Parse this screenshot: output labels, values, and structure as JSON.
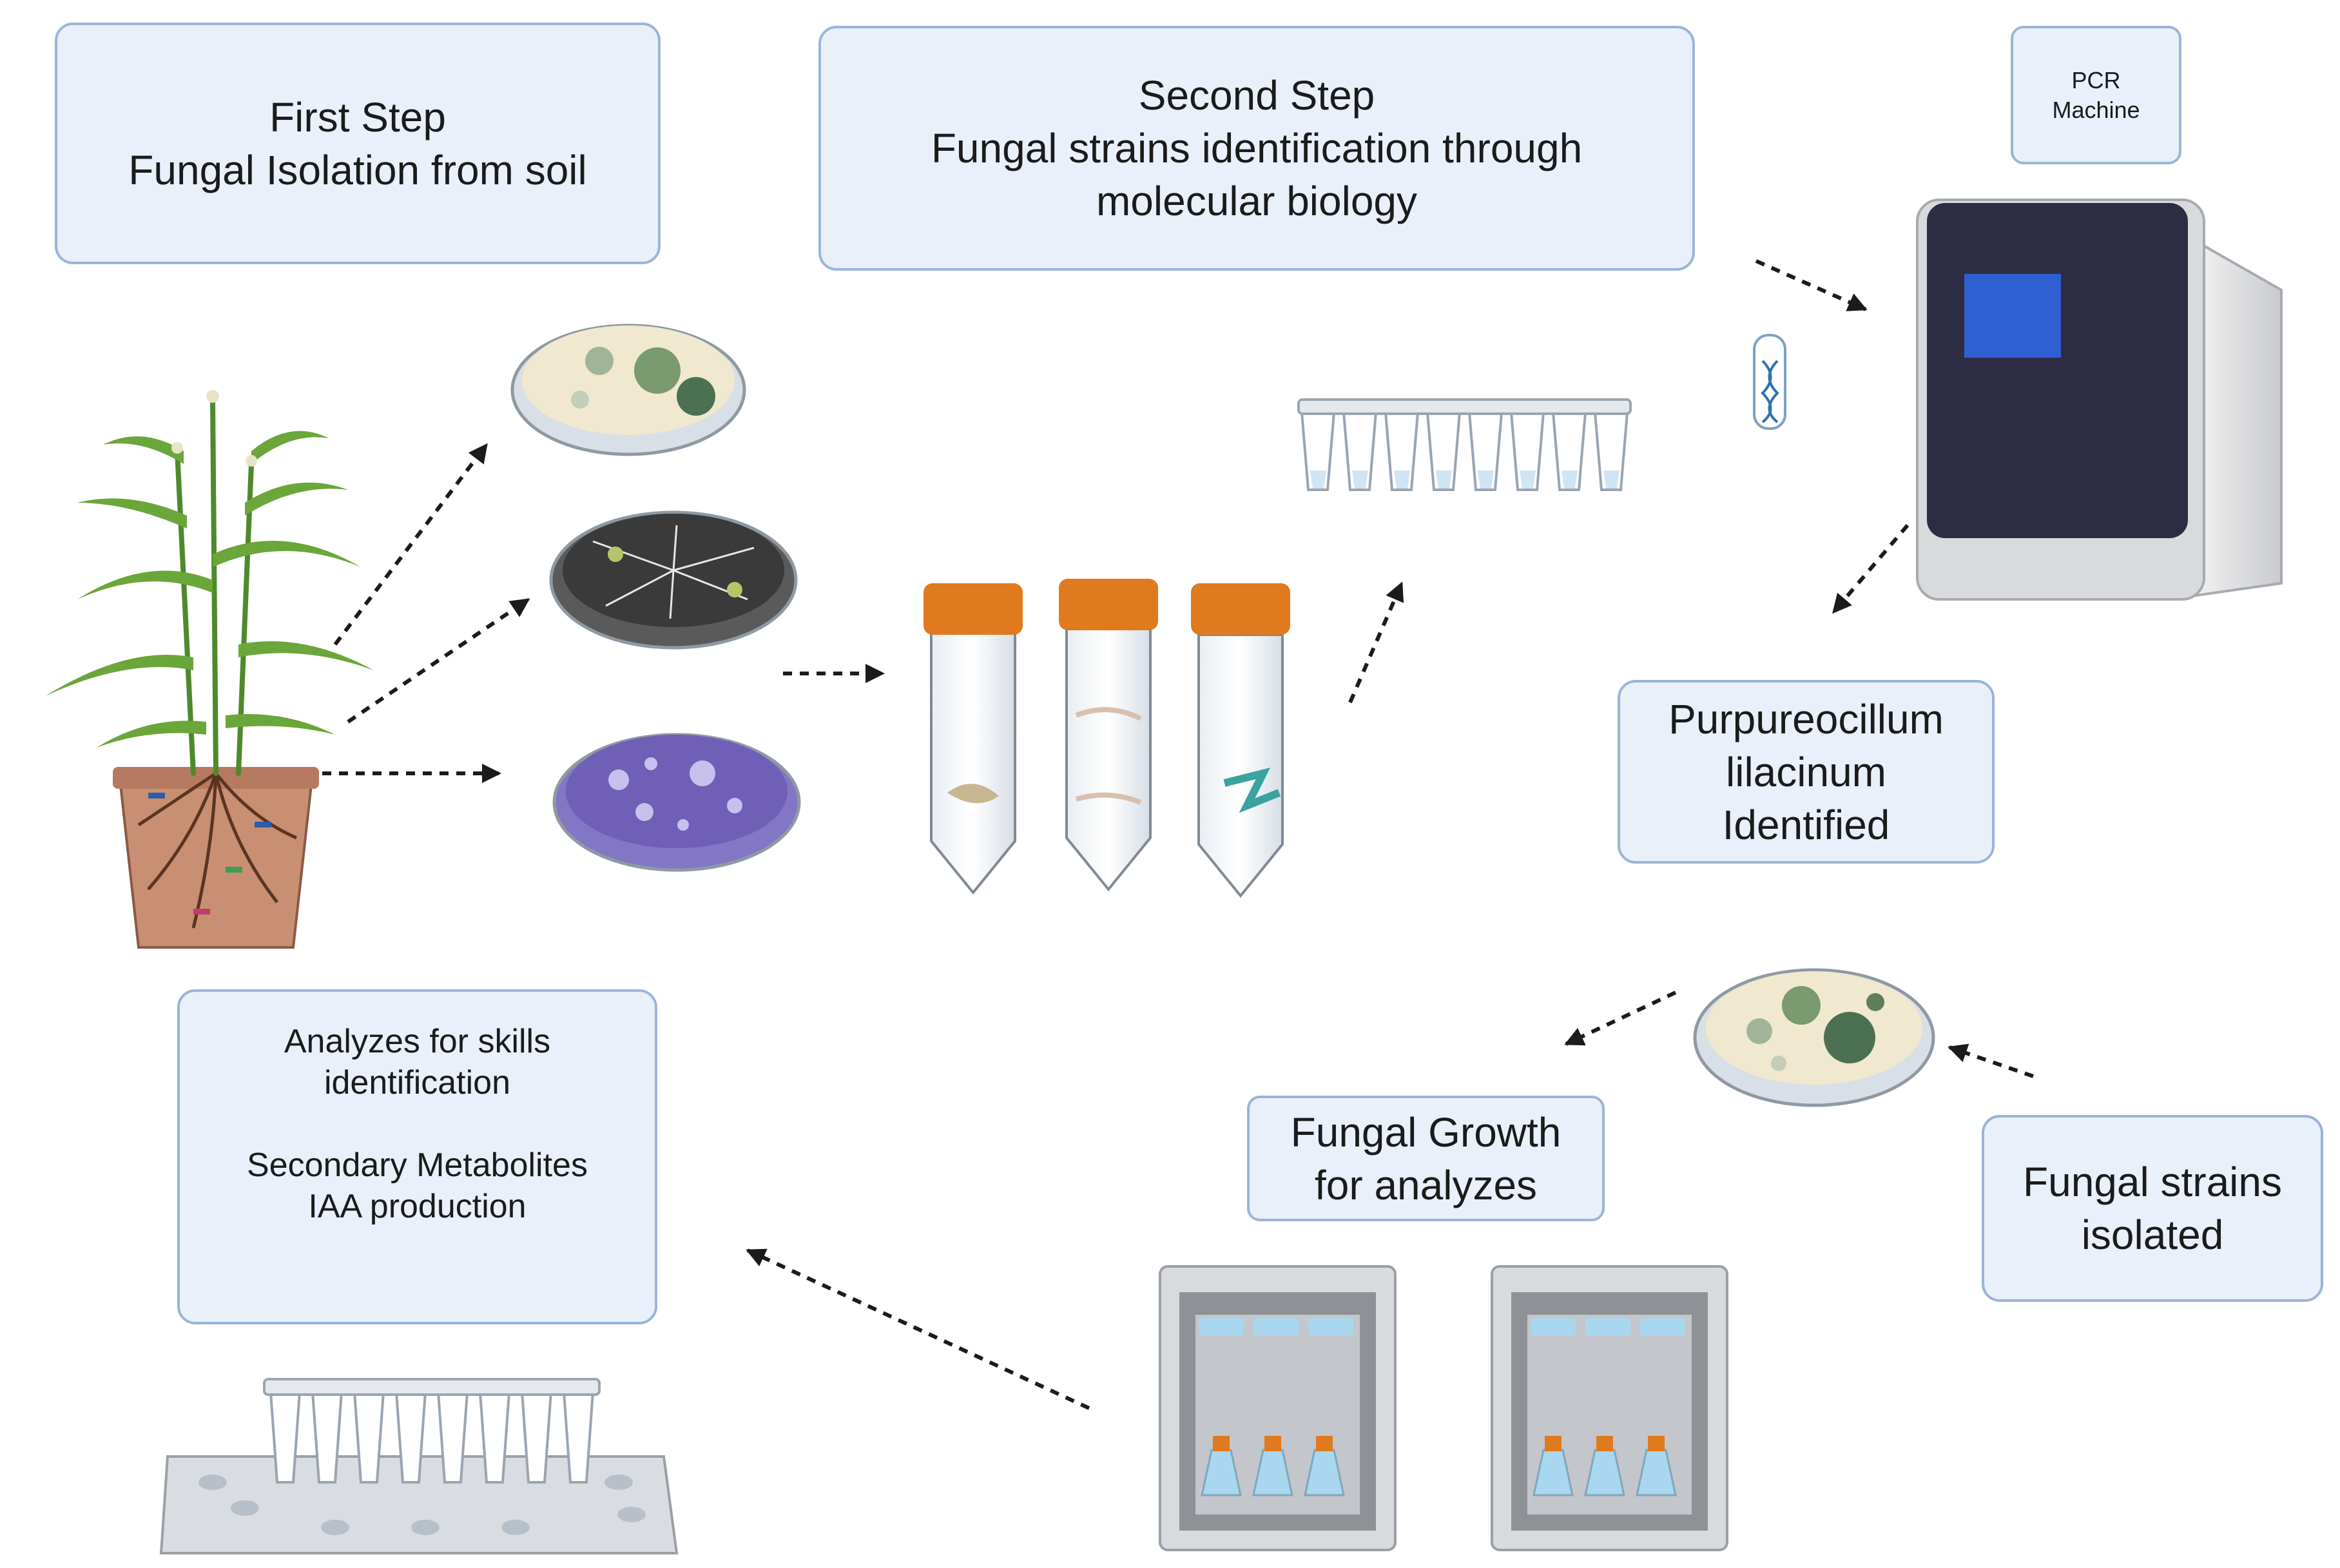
{
  "steps": {
    "first": {
      "line1": "First Step",
      "line2": "Fungal Isolation from soil"
    },
    "second": {
      "line1": "Second Step",
      "line2": "Fungal strains identification through",
      "line3": "molecular biology"
    }
  },
  "pcr": {
    "line1": "PCR",
    "line2": "Machine"
  },
  "identified": {
    "line1": "Purpureocillum",
    "line2": "lilacinum",
    "line3": "Identified"
  },
  "isolated": {
    "line1": "Fungal strains",
    "line2": "isolated"
  },
  "growth": {
    "line1": "Fungal Growth",
    "line2": "for analyzes"
  },
  "analyzes": {
    "line1": "Analyzes for skills",
    "line2": "identification",
    "line3": "Secondary Metabolites",
    "line4": "IAA production"
  },
  "colors": {
    "box_fill": "#e9f0f9",
    "box_border": "#9bb4d8",
    "tube_cap": "#e07a1f",
    "arrow": "#1b1b1b"
  }
}
